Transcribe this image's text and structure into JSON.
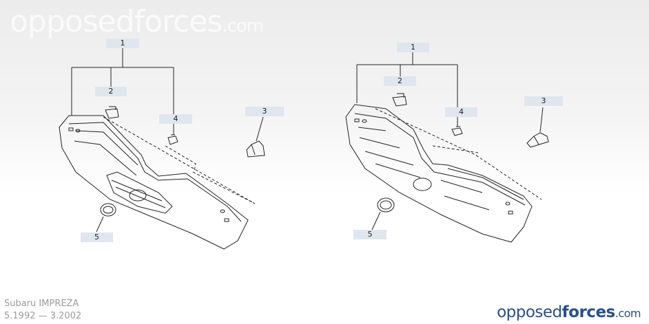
{
  "watermark": {
    "name": "opposedforces",
    "tld": ".com"
  },
  "vehicle": {
    "model": "Subaru IMPREZA",
    "years": "5.1992 — 3.2002"
  },
  "logo": {
    "part1": "opposed",
    "part2": "forces",
    "part3": ".com"
  },
  "diagram_left": {
    "callouts": [
      {
        "label": "1"
      },
      {
        "label": "2"
      },
      {
        "label": "3"
      },
      {
        "label": "4"
      },
      {
        "label": "5"
      }
    ]
  },
  "diagram_right": {
    "callouts": [
      {
        "label": "1"
      },
      {
        "label": "2"
      },
      {
        "label": "3"
      },
      {
        "label": "4"
      },
      {
        "label": "5"
      }
    ]
  }
}
